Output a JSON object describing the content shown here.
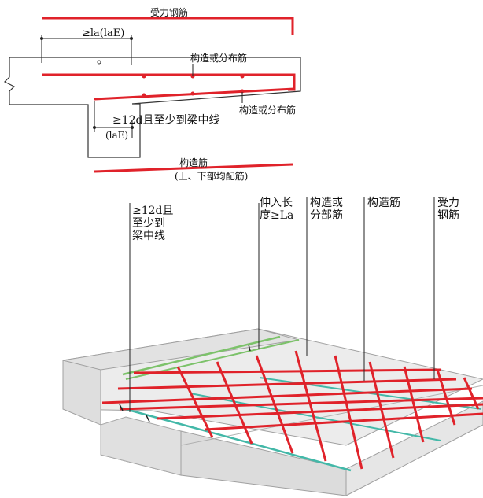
{
  "top_section": {
    "main_rebar_label": "受力钢筋",
    "anchor_length_label": "≥la(laE)",
    "upper_dist_label": "构造或分布筋",
    "lower_dist_label": "构造或分布筋",
    "extension_label": "≥12d且至少到梁中线",
    "extension_sub_label": "(laE)",
    "bottom_rebar_label": "构造筋",
    "bottom_rebar_sub_label": "(上、下部均配筋)"
  },
  "bottom_section": {
    "callouts": [
      {
        "id": "extension",
        "lines": [
          "≥12d且",
          "至少到",
          "梁中线"
        ]
      },
      {
        "id": "anchor",
        "lines": [
          "伸入长",
          "度≥La"
        ]
      },
      {
        "id": "distribution",
        "lines": [
          "构造或",
          "分部筋"
        ]
      },
      {
        "id": "structural",
        "lines": [
          "构造筋"
        ]
      },
      {
        "id": "main",
        "lines": [
          "受力",
          "钢筋"
        ]
      }
    ]
  },
  "colors": {
    "rebar_red": "#e0222a",
    "rebar_green": "#7cc26a",
    "rebar_teal": "#43b8a8",
    "concrete_face": "#e6e6e6",
    "concrete_edge": "#9a9a9a",
    "line": "#222222"
  }
}
